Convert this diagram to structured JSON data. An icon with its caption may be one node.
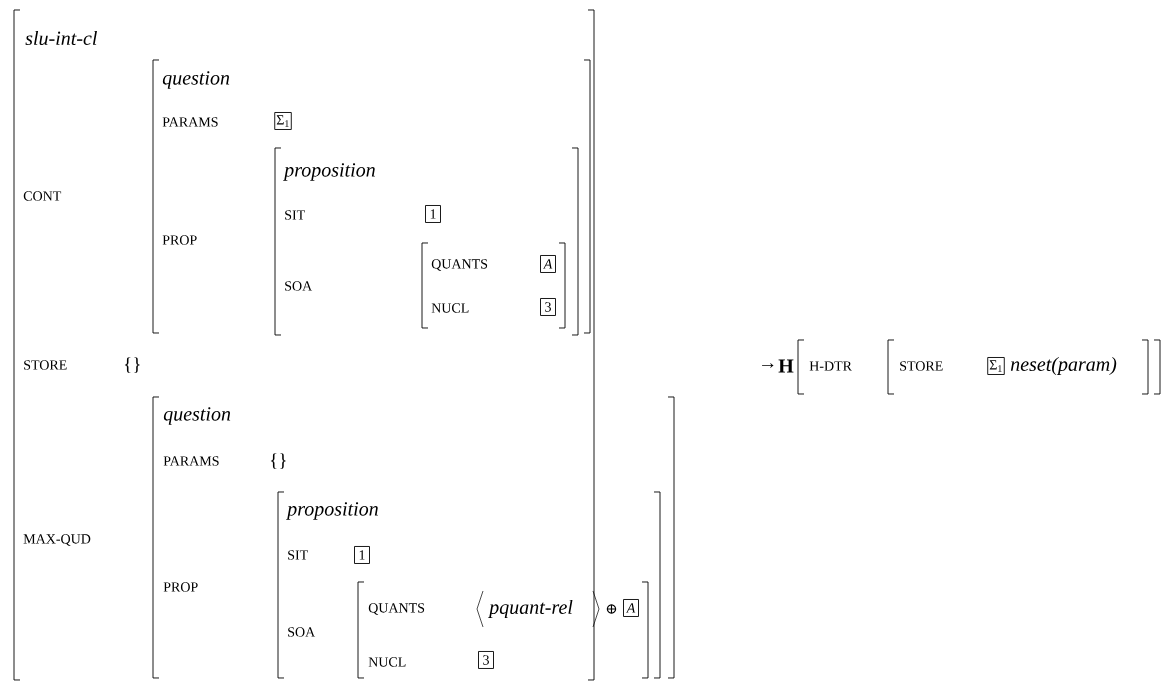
{
  "diagram": {
    "nodes": [
      {
        "text": [
          "slu-int-cl",
          "CONT",
          "STORE",
          "{}",
          "MAX-QUD"
        ]
      },
      {
        "text": [
          "question",
          "PARAMS",
          "PROP"
        ],
        "in": 0
      },
      {
        "text": [
          "Σ$_{1}$"
        ],
        "in": 1
      },
      {
        "text": [
          "proposition",
          "SIT",
          "SOA"
        ],
        "in": 1
      },
      {
        "text": [
          "1"
        ],
        "in": 3
      },
      {
        "text": [
          "QUANTS",
          "NUCL"
        ],
        "in": 3
      },
      {
        "text": [
          "A"
        ],
        "in": 5
      },
      {
        "text": [
          "3"
        ],
        "in": 5
      },
      {
        "text": [
          "question",
          "PARAMS",
          "{}",
          "PROP"
        ],
        "in": 0
      },
      {
        "text": [
          "proposition",
          "SIT",
          "SOA"
        ],
        "in": 8
      },
      {
        "text": [
          "1"
        ],
        "in": 9
      },
      {
        "text": [
          "QUANTS",
          "pquant-rel",
          "⊕",
          "NUCL"
        ],
        "in": 9
      },
      {
        "text": [
          "A"
        ],
        "in": 11
      },
      {
        "text": [
          "3"
        ],
        "in": 11
      },
      {
        "text": [
          "H-DTR"
        ],
        "beside": [
          "H"
        ]
      },
      {
        "text": [
          "STORE",
          "neset(param)"
        ],
        "in": 14
      },
      {
        "text": [
          "Σ$_{1}$"
        ],
        "in": 15
      }
    ],
    "labels": [
      "→"
    ]
  }
}
